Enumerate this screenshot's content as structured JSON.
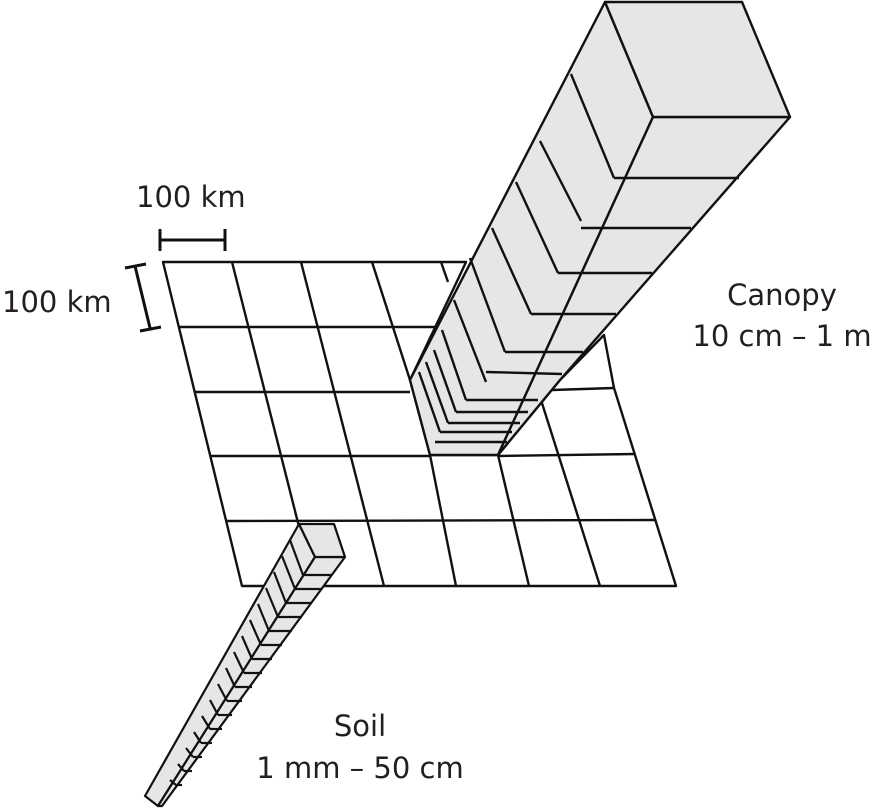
{
  "scale": {
    "horizontal": "100 km",
    "vertical": "100 km"
  },
  "canopy": {
    "title": "Canopy",
    "range": "10 cm – 1 m"
  },
  "soil": {
    "title": "Soil",
    "range": "1 mm – 50 cm"
  },
  "colors": {
    "stroke": "#111111",
    "fill": "#e6e6e6",
    "background": "#ffffff"
  }
}
